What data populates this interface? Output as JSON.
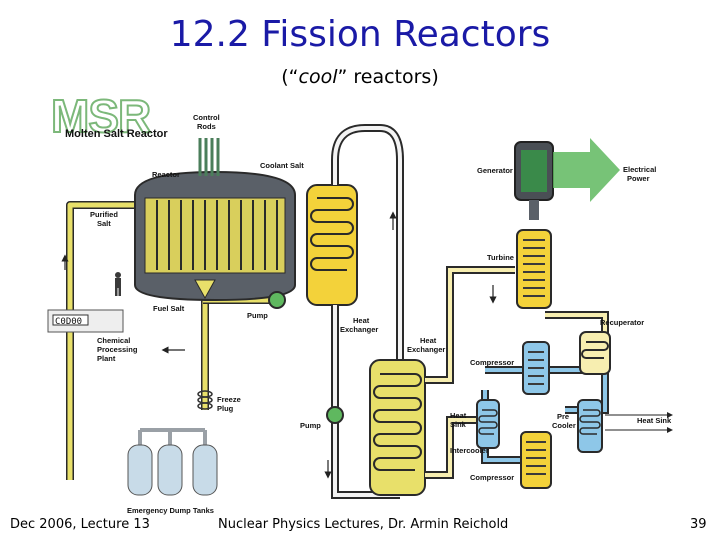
{
  "slide": {
    "title": "12.2 Fission Reactors",
    "subtitle_open": "(“",
    "subtitle_em": "cool",
    "subtitle_close": "” reactors)"
  },
  "diagram": {
    "logo_letters": "MSR",
    "logo_text": "Molten Salt Reactor",
    "labels": {
      "control_rods_1": "Control",
      "control_rods_2": "Rods",
      "reactor": "Reactor",
      "coolant_salt": "Coolant Salt",
      "generator": "Generator",
      "electrical_1": "Electrical",
      "electrical_2": "Power",
      "purified_1": "Purified",
      "purified_2": "Salt",
      "turbine": "Turbine",
      "fuel_salt": "Fuel Salt",
      "pump_1": "Pump",
      "recuperator": "Recuperator",
      "heat_exchanger_1a": "Heat",
      "heat_exchanger_1b": "Exchanger",
      "heat_exchanger_2a": "Heat",
      "heat_exchanger_2b": "Exchanger",
      "chemical_1": "Chemical",
      "chemical_2": "Processing",
      "chemical_3": "Plant",
      "compressor_1": "Compressor",
      "freeze_1": "Freeze",
      "freeze_2": "Plug",
      "heat_sink_1a": "Heat",
      "heat_sink_1b": "Sink",
      "pre_cooler_1": "Pre",
      "pre_cooler_2": "Cooler",
      "heat_sink_2": "Heat Sink",
      "pump_2": "Pump",
      "intercooler": "Intercooler",
      "compressor_2": "Compressor",
      "dump_tanks": "Emergency Dump Tanks"
    }
  },
  "footer": {
    "left": "Dec 2006, Lecture 13",
    "center": "Nuclear Physics Lectures, Dr. Armin Reichold",
    "page": "39"
  },
  "colors": {
    "title": "#1a1aa6",
    "fuel_salt": "#e8e06a",
    "coolant": "#f3d23a",
    "pipe_outline": "#2a2a2a",
    "steel": "#5a6068",
    "arrow_green": "#5fb85f",
    "heat_blue": "#8ec7e8"
  }
}
